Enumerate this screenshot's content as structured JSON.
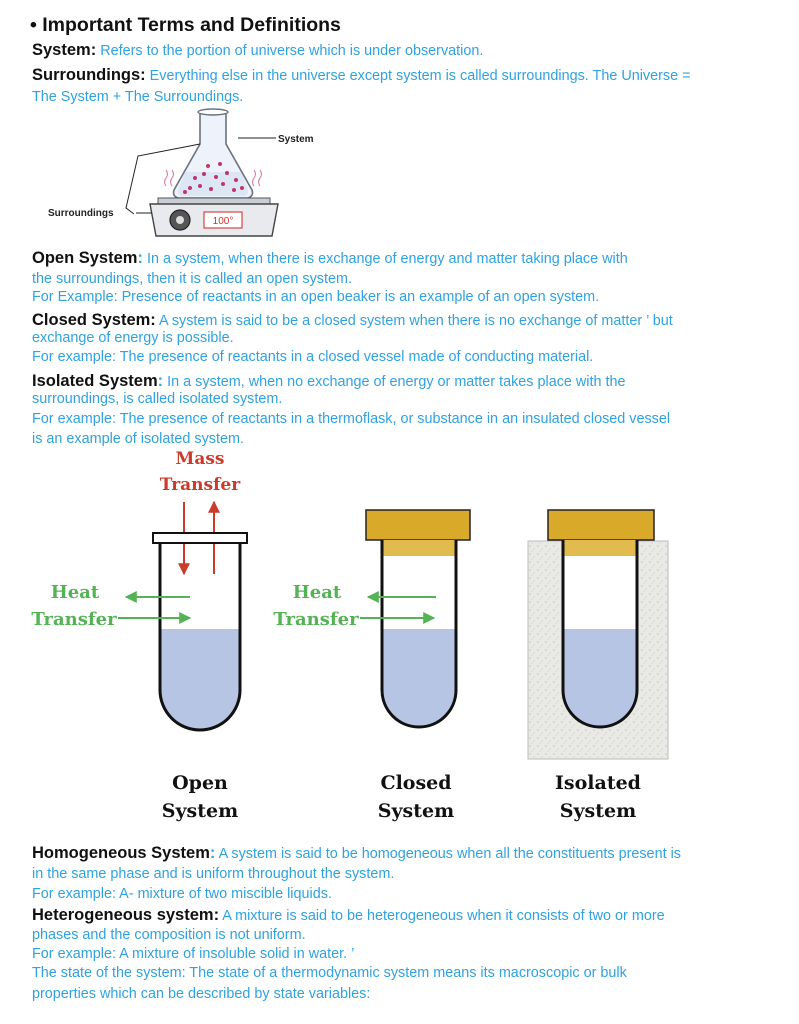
{
  "title": "• Important Terms and Definitions",
  "system": {
    "term": "System:",
    "def": "Refers to the portion of universe which is under observation."
  },
  "surroundings": {
    "term": "Surroundings:",
    "def_line1": "Everything else in the universe except system is called surroundings. The Universe =",
    "def_line2": "The System + The Surroundings."
  },
  "figure1": {
    "system_label": "System",
    "surroundings_label": "Surroundings",
    "display": "100°"
  },
  "open": {
    "term": "Open System",
    "colon": ":",
    "line1": "In a system, when there is exchange of energy and matter taking place with",
    "line2": "the surroundings, then it is called an open system.",
    "example": "For Example: Presence of reactants in an open beaker is an example of an open system."
  },
  "closed": {
    "term": "Closed System",
    "colon": ":",
    "line1": "A system is said to be a closed system when there is no exchange of matter ’ but",
    "line2": "exchange of energy is possible.",
    "example": "For example: The presence of reactants in a closed vessel made of conducting material."
  },
  "isolated": {
    "term": "Isolated System",
    "colon": ":",
    "line1": "In a system, when no exchange of energy or matter takes place with the",
    "line2": "surroundings, is called isolated system.",
    "example1": "For example: The presence of reactants in a thermoflask, or substance in an insulated closed vessel",
    "example2": "is an example of isolated system."
  },
  "figure2": {
    "mass_1": "Mass",
    "mass_2": "Transfer",
    "heat_1": "Heat",
    "heat_2": "Transfer",
    "open_1": "Open",
    "open_2": "System",
    "closed_1": "Closed",
    "closed_2": "System",
    "isolated_1": "Isolated",
    "isolated_2": "System",
    "colors": {
      "mass": "#cc3a2a",
      "heat": "#55b255",
      "liquid": "#b7c5e4",
      "cap": "#d9aa29"
    }
  },
  "homogeneous": {
    "term": "Homogeneous System",
    "colon": ":",
    "line1": "A system is said to be homogeneous when all the constituents present is",
    "line2": "in the same phase and is uniform throughout the system.",
    "example": "For example: A- mixture of two miscible liquids."
  },
  "heterogeneous": {
    "term": "Heterogeneous system:",
    "line1": "A mixture is said to be heterogeneous when it consists of two or more",
    "line2": "phases and the composition is not uniform.",
    "example": "For example: A mixture of insoluble solid in water. ’",
    "state1": "The state of the system: The state of a thermodynamic system means its macroscopic or bulk",
    "state2": "properties which can be described by state variables:"
  }
}
